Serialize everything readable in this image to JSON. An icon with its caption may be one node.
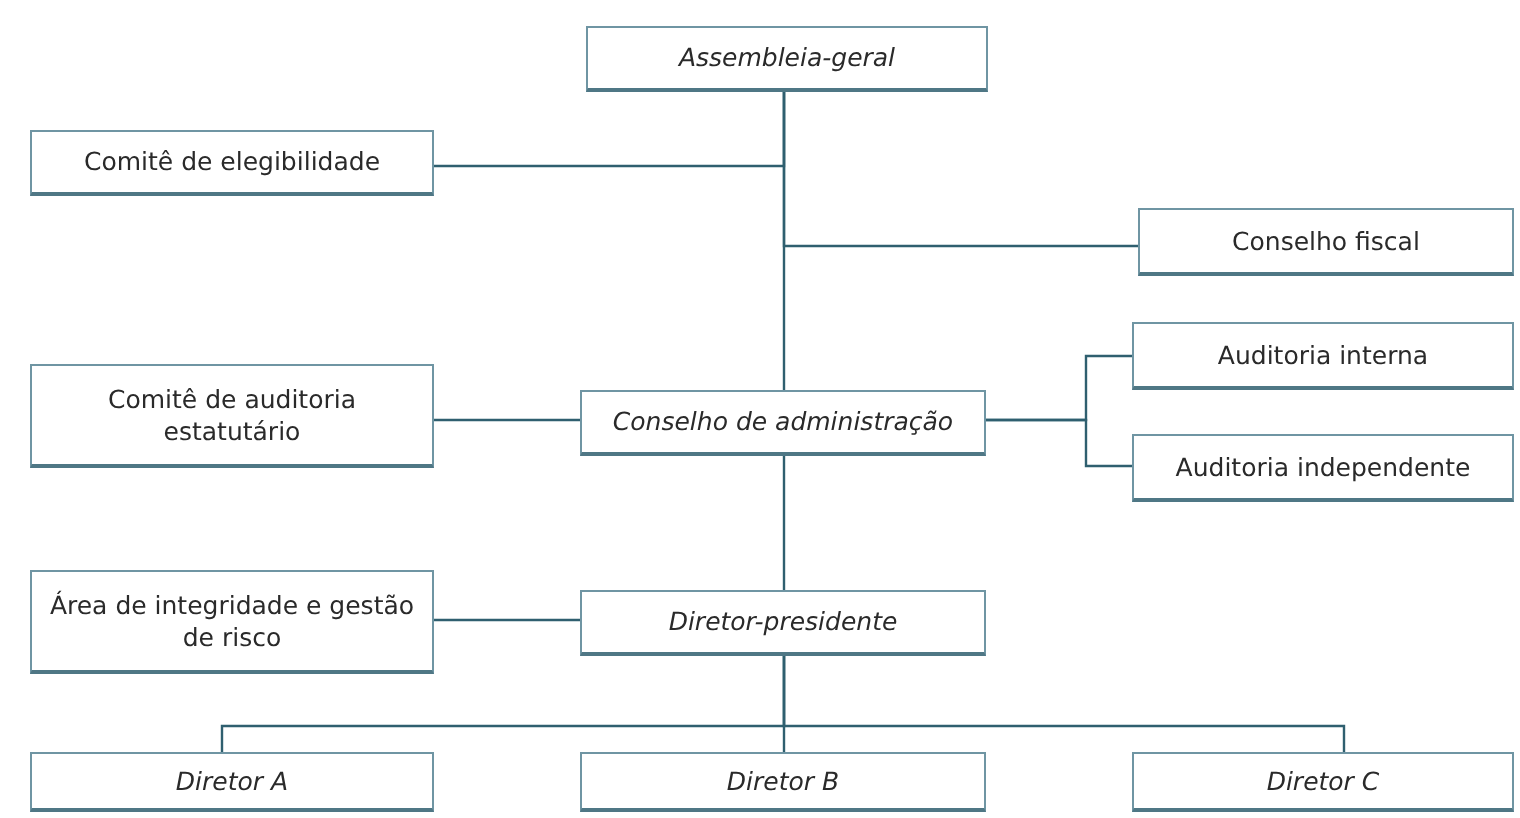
{
  "diagram": {
    "nodes": [
      {
        "text": [
          "Assembleia-geral"
        ]
      },
      {
        "text": [
          "Comitê de elegibilidade"
        ]
      },
      {
        "text": [
          "Conselho fiscal"
        ]
      },
      {
        "text": [
          "Auditoria interna"
        ]
      },
      {
        "text": [
          "Comitê de auditoria estatutário"
        ]
      },
      {
        "text": [
          "Conselho de administração"
        ]
      },
      {
        "text": [
          "Auditoria independente"
        ]
      },
      {
        "text": [
          "Área de integridade e gestão de risco"
        ]
      },
      {
        "text": [
          "Diretor-presidente"
        ]
      },
      {
        "text": [
          "Diretor A"
        ]
      },
      {
        "text": [
          "Diretor B"
        ]
      },
      {
        "text": [
          "Diretor C"
        ]
      }
    ],
    "edges": [
      {
        "from": 0,
        "to": 1,
        "arrow": "none"
      },
      {
        "from": 0,
        "to": 2,
        "arrow": "none"
      },
      {
        "from": 0,
        "to": 5,
        "arrow": "none"
      },
      {
        "from": 5,
        "to": 3,
        "arrow": "none"
      },
      {
        "from": 4,
        "to": 5,
        "arrow": "none"
      },
      {
        "from": 5,
        "to": 6,
        "arrow": "none"
      },
      {
        "from": 5,
        "to": 8,
        "arrow": "none"
      },
      {
        "from": 7,
        "to": 8,
        "arrow": "none"
      },
      {
        "from": 8,
        "to": 9,
        "arrow": "none"
      },
      {
        "from": 8,
        "to": 10,
        "arrow": "none"
      },
      {
        "from": 8,
        "to": 11,
        "arrow": "none"
      }
    ]
  }
}
